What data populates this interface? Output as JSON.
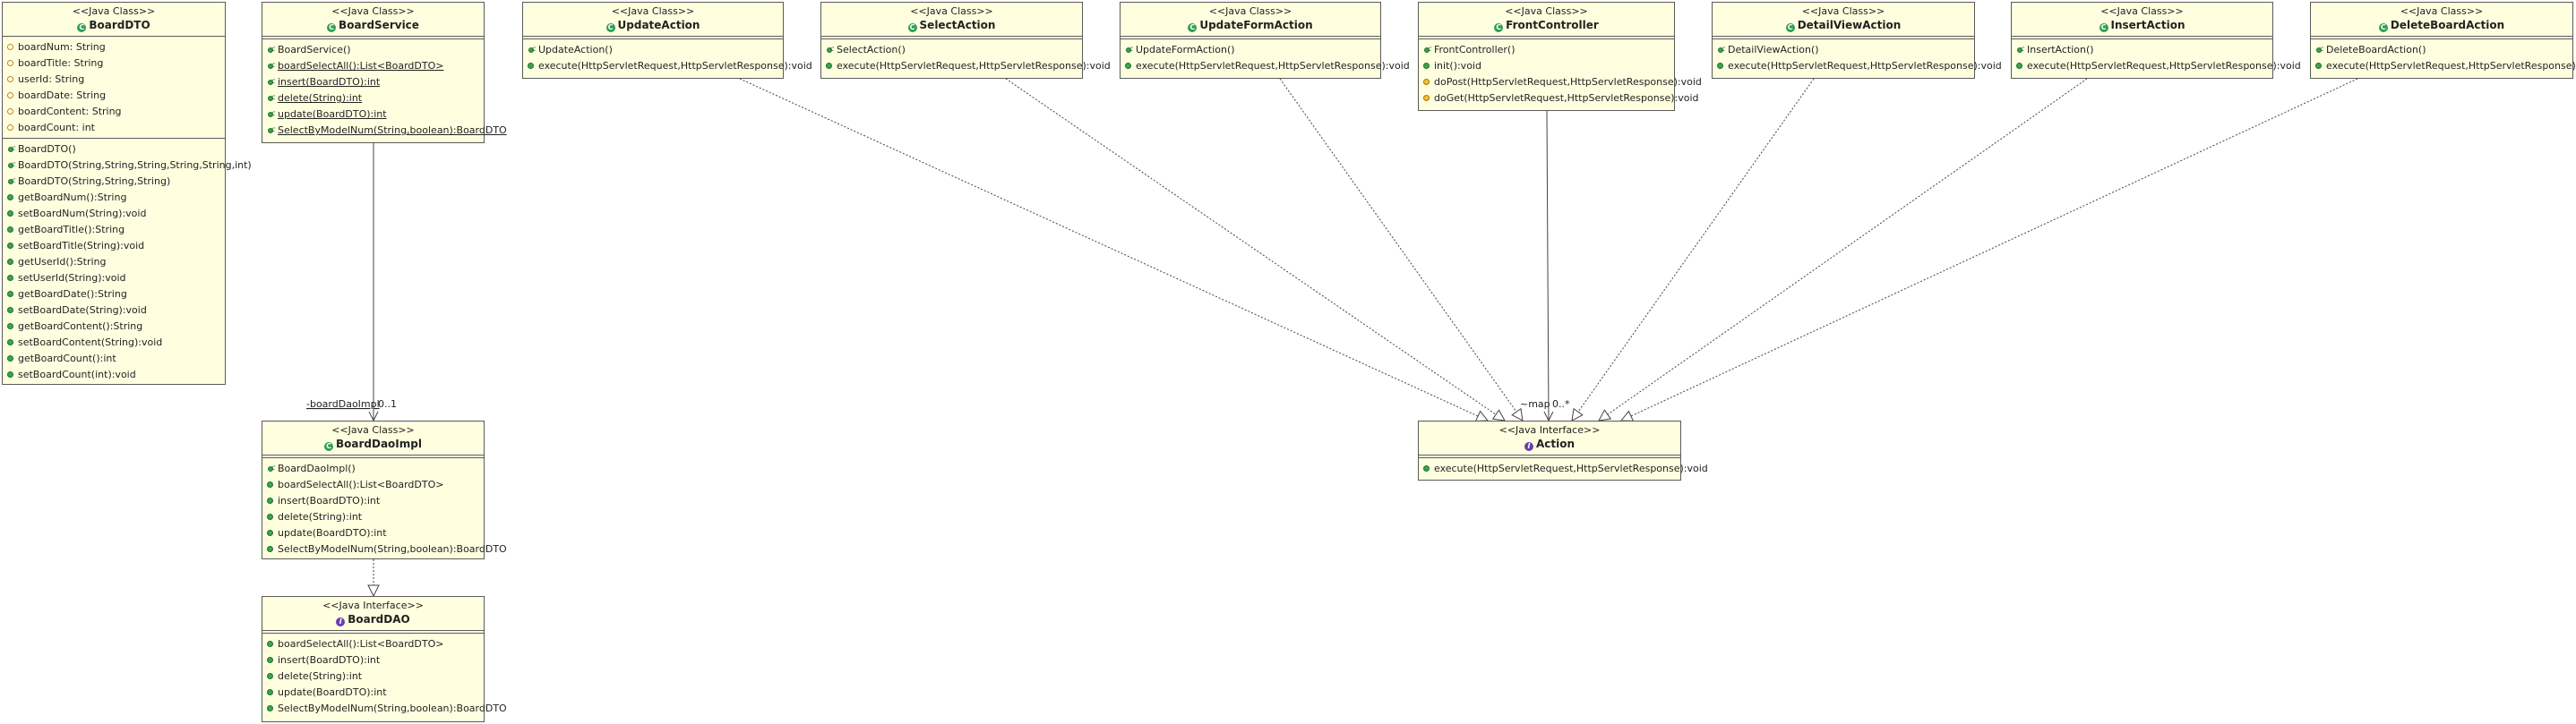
{
  "classes": {
    "boarddto": {
      "stereotype": "<<Java Class>>",
      "name": "BoardDTO",
      "fields": [
        "boardNum: String",
        "boardTitle: String",
        "userId: String",
        "boardDate: String",
        "boardContent: String",
        "boardCount: int"
      ],
      "methods": [
        "BoardDTO()",
        "BoardDTO(String,String,String,String,String,int)",
        "BoardDTO(String,String,String)",
        "getBoardNum():String",
        "setBoardNum(String):void",
        "getBoardTitle():String",
        "setBoardTitle(String):void",
        "getUserId():String",
        "setUserId(String):void",
        "getBoardDate():String",
        "setBoardDate(String):void",
        "getBoardContent():String",
        "setBoardContent(String):void",
        "getBoardCount():int",
        "setBoardCount(int):void"
      ]
    },
    "boardservice": {
      "stereotype": "<<Java Class>>",
      "name": "BoardService",
      "methods": [
        "BoardService()",
        "boardSelectAll():List<BoardDTO>",
        "insert(BoardDTO):int",
        "delete(String):int",
        "update(BoardDTO):int",
        "SelectByModelNum(String,boolean):BoardDTO"
      ]
    },
    "boarddaoimpl": {
      "stereotype": "<<Java Class>>",
      "name": "BoardDaoImpl",
      "methods": [
        "BoardDaoImpl()",
        "boardSelectAll():List<BoardDTO>",
        "insert(BoardDTO):int",
        "delete(String):int",
        "update(BoardDTO):int",
        "SelectByModelNum(String,boolean):BoardDTO"
      ]
    },
    "boarddao": {
      "stereotype": "<<Java Interface>>",
      "name": "BoardDAO",
      "methods": [
        "boardSelectAll():List<BoardDTO>",
        "insert(BoardDTO):int",
        "delete(String):int",
        "update(BoardDTO):int",
        "SelectByModelNum(String,boolean):BoardDTO"
      ]
    },
    "updateaction": {
      "stereotype": "<<Java Class>>",
      "name": "UpdateAction",
      "methods": [
        "UpdateAction()",
        "execute(HttpServletRequest,HttpServletResponse):void"
      ]
    },
    "selectaction": {
      "stereotype": "<<Java Class>>",
      "name": "SelectAction",
      "methods": [
        "SelectAction()",
        "execute(HttpServletRequest,HttpServletResponse):void"
      ]
    },
    "updateformaction": {
      "stereotype": "<<Java Class>>",
      "name": "UpdateFormAction",
      "methods": [
        "UpdateFormAction()",
        "execute(HttpServletRequest,HttpServletResponse):void"
      ]
    },
    "frontcontroller": {
      "stereotype": "<<Java Class>>",
      "name": "FrontController",
      "methods": [
        "FrontController()",
        "init():void",
        "doPost(HttpServletRequest,HttpServletResponse):void",
        "doGet(HttpServletRequest,HttpServletResponse):void"
      ]
    },
    "detailviewaction": {
      "stereotype": "<<Java Class>>",
      "name": "DetailViewAction",
      "methods": [
        "DetailViewAction()",
        "execute(HttpServletRequest,HttpServletResponse):void"
      ]
    },
    "insertaction": {
      "stereotype": "<<Java Class>>",
      "name": "InsertAction",
      "methods": [
        "InsertAction()",
        "execute(HttpServletRequest,HttpServletResponse):void"
      ]
    },
    "deleteboardaction": {
      "stereotype": "<<Java Class>>",
      "name": "DeleteBoardAction",
      "methods": [
        "DeleteBoardAction()",
        "execute(HttpServletRequest,HttpServletResponse):void"
      ]
    },
    "action": {
      "stereotype": "<<Java Interface>>",
      "name": "Action",
      "methods": [
        "execute(HttpServletRequest,HttpServletResponse):void"
      ]
    }
  },
  "associations": {
    "service_dao": {
      "role": "-boardDaoImpl",
      "multiplicity": "0..1"
    },
    "controller_action": {
      "role": "~map",
      "multiplicity": "0..*"
    }
  }
}
